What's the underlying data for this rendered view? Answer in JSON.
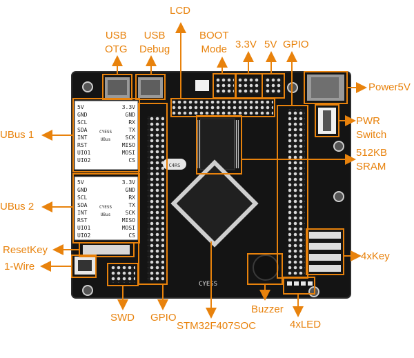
{
  "labels": {
    "lcd": "LCD",
    "usb_otg": [
      "USB",
      "OTG"
    ],
    "usb_debug": [
      "USB",
      "Debug"
    ],
    "boot_mode": [
      "BOOT",
      "Mode"
    ],
    "v33": "3.3V",
    "v5": "5V",
    "gpio_top": "GPIO",
    "power5v": "Power5V",
    "pwr_switch": [
      "PWR",
      "Switch"
    ],
    "sram": [
      "512KB",
      "SRAM"
    ],
    "ubus1": "UBus 1",
    "ubus2": "UBus 2",
    "reset_key": "ResetKey",
    "one_wire": "1-Wire",
    "four_key": "4xKey",
    "swd": "SWD",
    "gpio_bottom": "GPIO",
    "soc": "STM32F407SOC",
    "buzzer": "Buzzer",
    "four_led": "4xLED"
  },
  "board": {
    "module1_pins_left": [
      "5V",
      "GND",
      "SCL",
      "SDA",
      "INT",
      "RST",
      "UIO1",
      "UIO2"
    ],
    "module1_pins_right": [
      "3.3V",
      "GND",
      "RX",
      "TX",
      "SCK",
      "MISO",
      "MOSI",
      "CS"
    ],
    "module1_brand": "CYESS",
    "module1_sub": "UBus",
    "module2_pins_left": [
      "5V",
      "GND",
      "SCL",
      "SDA",
      "INT",
      "RST",
      "UIO1",
      "UIO2"
    ],
    "module2_pins_right": [
      "3.3V",
      "GND",
      "RX",
      "TX",
      "SCK",
      "MISO",
      "MOSI",
      "CS"
    ],
    "module2_brand": "CYESS",
    "module2_sub": "UBus",
    "brand": "CYESS",
    "crystal": "C4RS"
  },
  "colors": {
    "accent": "#e8820c",
    "pcb": "#141414",
    "pad": "#c9c9c9"
  }
}
